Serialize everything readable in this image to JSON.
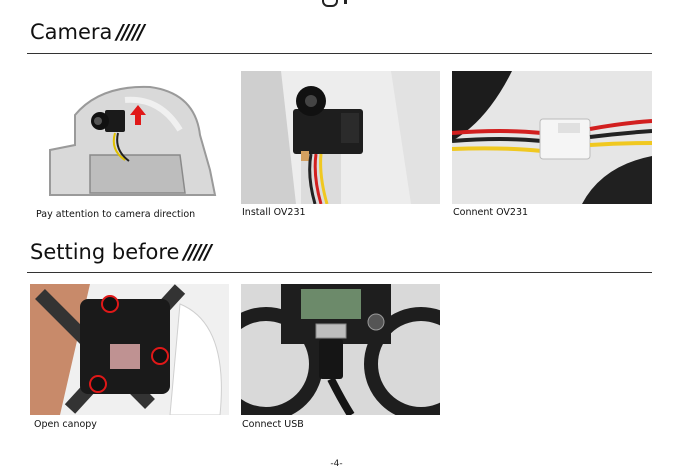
{
  "sections": [
    {
      "title": "Camera",
      "mark": "/////"
    },
    {
      "title": "Setting before",
      "mark": "/////"
    }
  ],
  "captions": {
    "camera_direction": "Pay attention to camera direction",
    "install": "Install OV231",
    "connect": "Connent OV231",
    "open_canopy": "Open canopy",
    "connect_usb": "Connect USB"
  },
  "page_number": "-4-"
}
